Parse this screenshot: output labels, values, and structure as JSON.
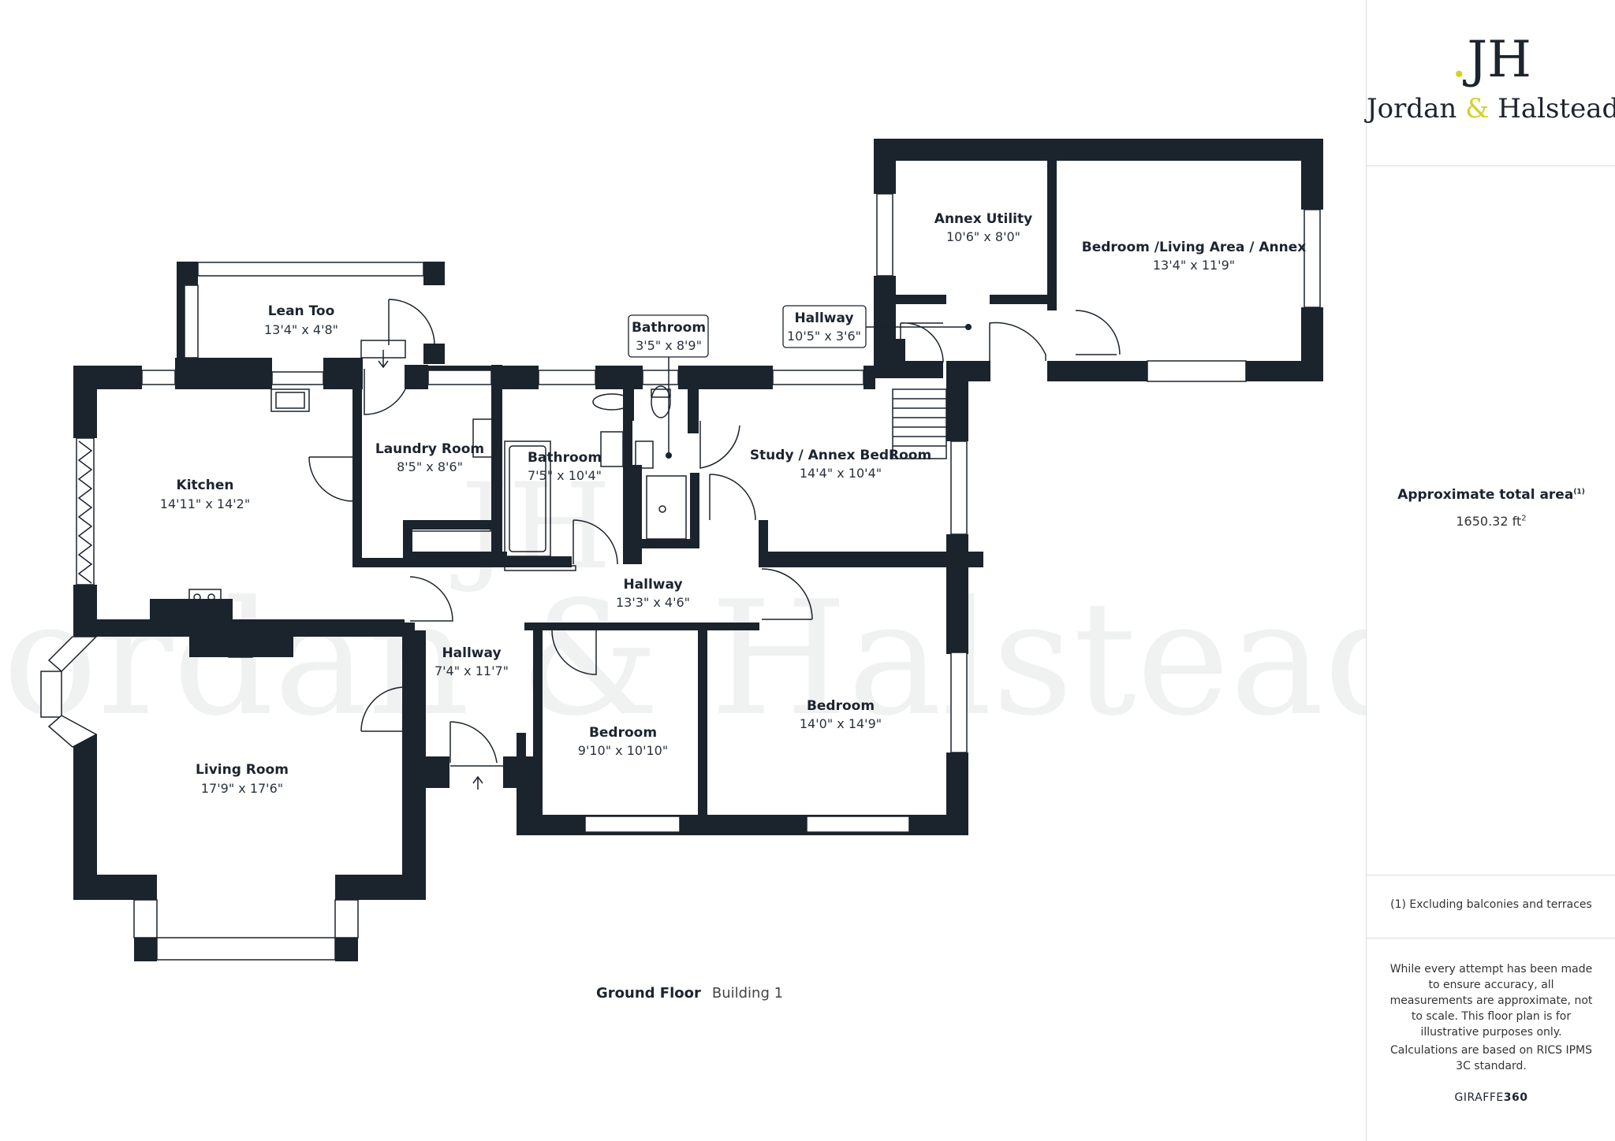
{
  "brand": {
    "logo_mark": "JH",
    "name_left": "Jordan",
    "name_amp": "&",
    "name_right": "Halstead",
    "watermark_mark": "JH",
    "watermark_text": "Jordan & Halstead",
    "accent": "#d4d12a",
    "ink": "#1b232d"
  },
  "rooms": [
    {
      "id": "lean-too",
      "name": "Lean Too",
      "dims": "13'4\" x 4'8\""
    },
    {
      "id": "kitchen",
      "name": "Kitchen",
      "dims": "14'11\" x 14'2\""
    },
    {
      "id": "laundry-room",
      "name": "Laundry Room",
      "dims": "8'5\" x 8'6\""
    },
    {
      "id": "bathroom-main",
      "name": "Bathroom",
      "dims": "7'5\" x 10'4\""
    },
    {
      "id": "bathroom-small",
      "name": "Bathroom",
      "dims": "3'5\" x 8'9\""
    },
    {
      "id": "hallway-annex",
      "name": "Hallway",
      "dims": "10'5\" x 3'6\""
    },
    {
      "id": "annex-utility",
      "name": "Annex Utility",
      "dims": "10'6\" x 8'0\""
    },
    {
      "id": "bedroom-annex",
      "name": "Bedroom /Living Area / Annex",
      "dims": "13'4\" x 11'9\""
    },
    {
      "id": "study",
      "name": "Study / Annex BedRoom",
      "dims": "14'4\" x 10'4\""
    },
    {
      "id": "hallway-main",
      "name": "Hallway",
      "dims": "13'3\" x 4'6\""
    },
    {
      "id": "hallway-entry",
      "name": "Hallway",
      "dims": "7'4\" x 11'7\""
    },
    {
      "id": "living-room",
      "name": "Living Room",
      "dims": "17'9\" x 17'6\""
    },
    {
      "id": "bedroom-small",
      "name": "Bedroom",
      "dims": "9'10\" x 10'10\""
    },
    {
      "id": "bedroom-large",
      "name": "Bedroom",
      "dims": "14'0\" x 14'9\""
    }
  ],
  "floor": {
    "label": "Ground Floor",
    "building": "Building 1"
  },
  "sidebar": {
    "area_title": "Approximate total area",
    "area_note_marker": "(1)",
    "area_value": "1650.32 ft",
    "area_unit_sup": "2",
    "exclusion_note": "(1) Excluding balconies and terraces",
    "disclaimer": "While every attempt has been made to ensure accuracy, all measurements are approximate, not to scale. This floor plan is for illustrative purposes only.",
    "calc_note": "Calculations are based on RICS IPMS 3C standard.",
    "provider_left": "GIRAFFE",
    "provider_right": "360"
  }
}
